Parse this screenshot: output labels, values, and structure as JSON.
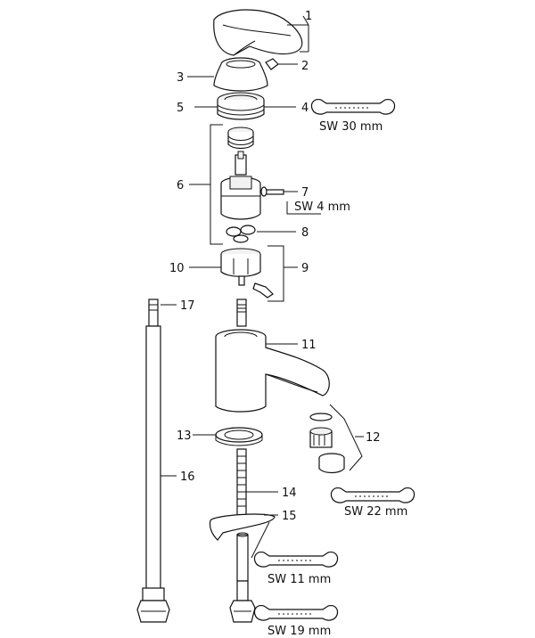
{
  "labels": {
    "n1": "1",
    "n2": "2",
    "n3": "3",
    "n4": "4",
    "n5": "5",
    "n6": "6",
    "n7": "7",
    "n8": "8",
    "n9": "9",
    "n10": "10",
    "n11": "11",
    "n12": "12",
    "n13": "13",
    "n14": "14",
    "n15": "15",
    "n16": "16",
    "n17": "17"
  },
  "tools": {
    "sw30": "SW 30 mm",
    "sw4": "SW 4 mm",
    "sw22": "SW 22 mm",
    "sw11": "SW 11 mm",
    "sw19": "SW 19 mm"
  },
  "icons": [
    "open-end-wrench-icon",
    "hex-key-icon"
  ]
}
